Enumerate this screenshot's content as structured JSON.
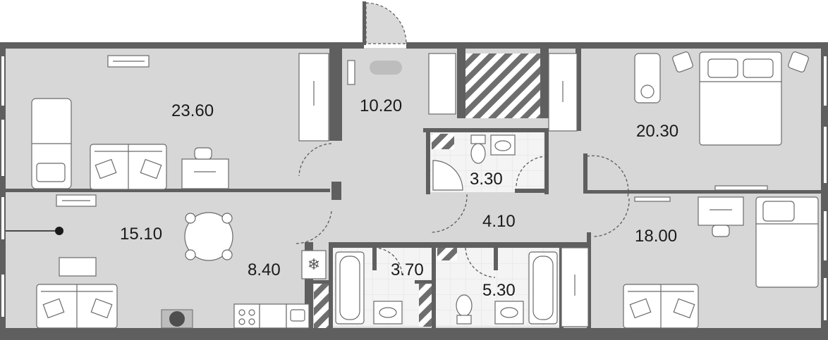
{
  "plan": {
    "rooms": [
      {
        "id": "bedroom-1",
        "area": "23.60"
      },
      {
        "id": "dressing-room",
        "area": "10.20"
      },
      {
        "id": "bedroom-2",
        "area": "20.30"
      },
      {
        "id": "bathroom-small",
        "area": "3.30"
      },
      {
        "id": "living-room",
        "area": "15.10"
      },
      {
        "id": "hallway",
        "area": "4.10"
      },
      {
        "id": "bedroom-3",
        "area": "18.00"
      },
      {
        "id": "kitchen",
        "area": "8.40"
      },
      {
        "id": "bathroom-1",
        "area": "3.70"
      },
      {
        "id": "bathroom-2",
        "area": "5.30"
      }
    ],
    "colors": {
      "wall": "#5f5f5f",
      "room_fill": "#d7d7d7",
      "wet_area": "#f3f3f3",
      "furniture": "#ffffff"
    },
    "icons": [
      "bed-icon",
      "sofa-icon",
      "desk-icon",
      "wardrobe-icon",
      "bathtub-icon",
      "toilet-icon",
      "sink-icon",
      "shower-icon",
      "dining-table-icon",
      "stove-icon",
      "fridge-icon",
      "entrance-marker-icon"
    ]
  }
}
